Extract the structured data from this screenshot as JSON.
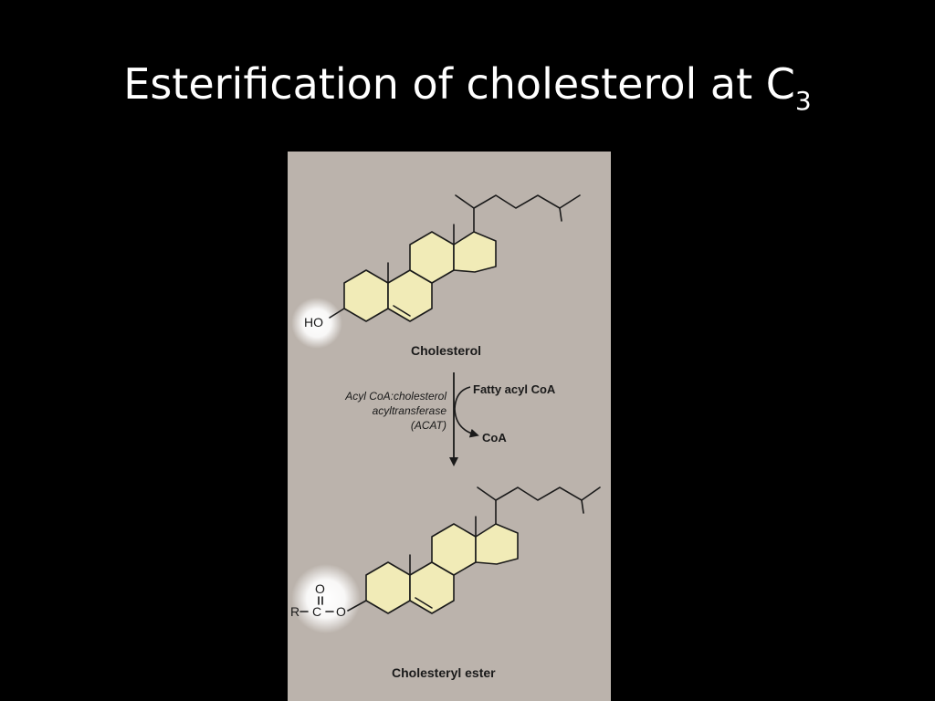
{
  "slide": {
    "title_main": "Esterification of cholesterol at C",
    "title_subscript": "3"
  },
  "colors": {
    "background": "#000000",
    "title_text": "#ffffff",
    "panel_background": "#bbb3ac",
    "ring_fill": "#f1ebb7",
    "highlight_glow": "#ffffff",
    "line": "#1a1a1a"
  },
  "figure": {
    "top_molecule": {
      "hydroxyl_label": "HO",
      "name": "Cholesterol"
    },
    "reaction": {
      "enzyme_line1": "Acyl CoA:cholesterol",
      "enzyme_line2": "acyltransferase",
      "enzyme_line3": "(ACAT)",
      "reactant": "Fatty acyl CoA",
      "product": "CoA"
    },
    "bottom_molecule": {
      "ester_R": "R",
      "ester_C": "C",
      "ester_O_top": "O",
      "ester_O_link": "O",
      "name": "Cholesteryl ester"
    }
  }
}
